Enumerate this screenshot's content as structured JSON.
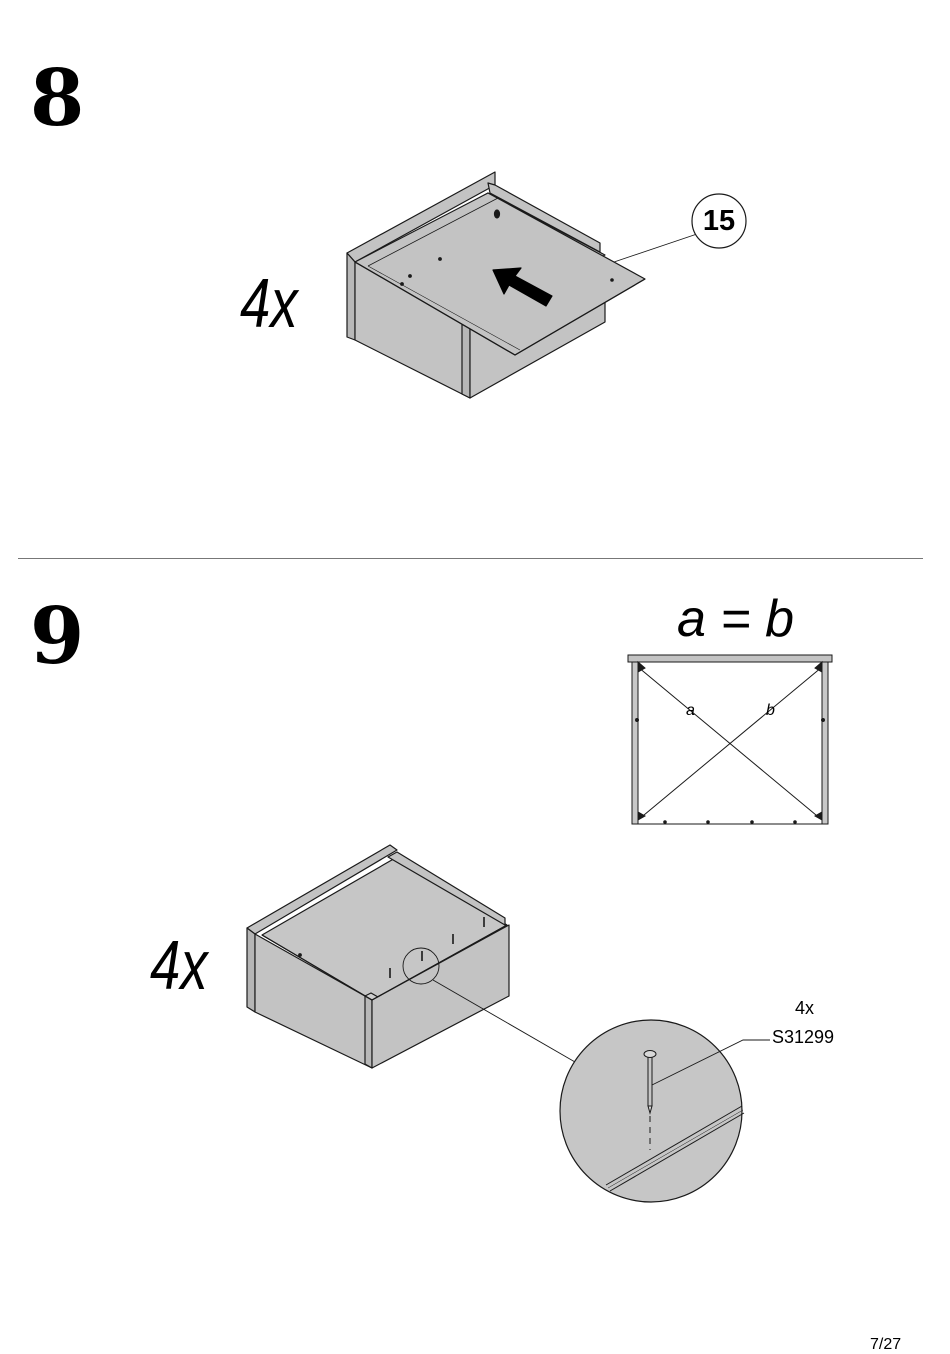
{
  "step8": {
    "number": "8",
    "quantity": "4x",
    "part_callout": "15"
  },
  "step9": {
    "number": "9",
    "quantity": "4x",
    "diagonal_rule": "a = b",
    "diagonal_a": "a",
    "diagonal_b": "b",
    "hardware_quantity": "4x",
    "hardware_code": "S31299"
  },
  "page_number": "7/27",
  "colors": {
    "panel_fill": "#c3c3c3",
    "detail_fill": "#c6c6c6",
    "line": "#1a1a1a",
    "divider": "#777777"
  }
}
